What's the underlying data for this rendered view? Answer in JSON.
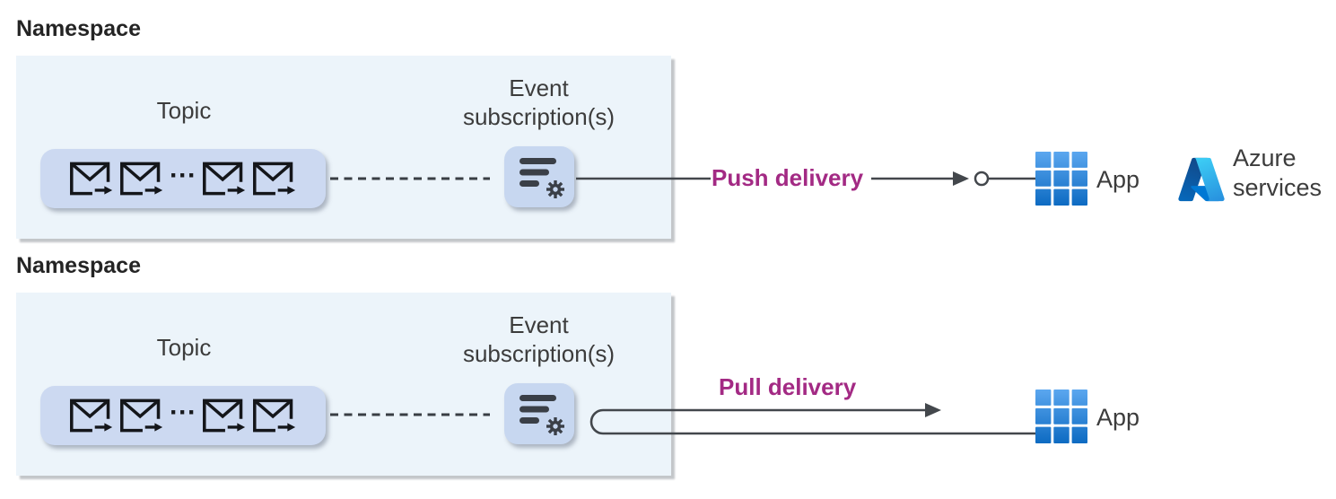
{
  "push_section": {
    "namespace_label": "Namespace",
    "topic_label": "Topic",
    "topic_ellipsis": "···",
    "subscription_line1": "Event",
    "subscription_line2": "subscription(s)",
    "delivery_label": "Push delivery",
    "app_label": "App",
    "azure_line1": "Azure",
    "azure_line2": "services"
  },
  "pull_section": {
    "namespace_label": "Namespace",
    "topic_label": "Topic",
    "topic_ellipsis": "···",
    "subscription_line1": "Event",
    "subscription_line2": "subscription(s)",
    "delivery_label": "Pull delivery",
    "app_label": "App"
  },
  "colors": {
    "delivery_text": "#a32a84",
    "namespace_box_fill": "#ecf4fa",
    "topic_pill_fill": "#ccd9f1",
    "subscription_tile_fill": "#c7d7f0",
    "connector_line": "#43474c",
    "icon_dark": "#3a3f47",
    "app_grid_top": "#55a2ec",
    "app_grid_bottom": "#0d6bc2",
    "azure_dark_blue": "#114a8b",
    "azure_light_blue": "#3ccbf4"
  },
  "icons": {
    "envelope": "envelope-with-arrow (event message)",
    "subscription": "filter-with-gear (event subscription)",
    "app": "blue 3x3 grid (application)",
    "azure": "Azure logo",
    "endpoint": "open circle endpoint"
  }
}
